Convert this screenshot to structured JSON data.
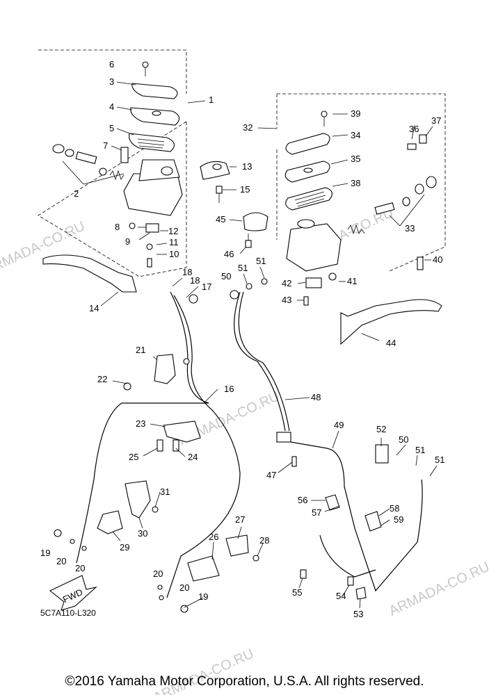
{
  "diagram": {
    "watermark": "ARMADA-CO.RU",
    "code": "5C7A110-L320",
    "fwd": "FWD",
    "labels": [
      {
        "id": "l1",
        "text": "1"
      },
      {
        "id": "l2",
        "text": "2"
      },
      {
        "id": "l3",
        "text": "3"
      },
      {
        "id": "l4",
        "text": "4"
      },
      {
        "id": "l5",
        "text": "5"
      },
      {
        "id": "l6",
        "text": "6"
      },
      {
        "id": "l7",
        "text": "7"
      },
      {
        "id": "l8",
        "text": "8"
      },
      {
        "id": "l9",
        "text": "9"
      },
      {
        "id": "l10",
        "text": "10"
      },
      {
        "id": "l11",
        "text": "11"
      },
      {
        "id": "l12",
        "text": "12"
      },
      {
        "id": "l13",
        "text": "13"
      },
      {
        "id": "l14",
        "text": "14"
      },
      {
        "id": "l15",
        "text": "15"
      },
      {
        "id": "l16",
        "text": "16"
      },
      {
        "id": "l17",
        "text": "17"
      },
      {
        "id": "l18a",
        "text": "18"
      },
      {
        "id": "l18b",
        "text": "18"
      },
      {
        "id": "l19a",
        "text": "19"
      },
      {
        "id": "l19b",
        "text": "19"
      },
      {
        "id": "l20a",
        "text": "20"
      },
      {
        "id": "l20b",
        "text": "20"
      },
      {
        "id": "l20c",
        "text": "20"
      },
      {
        "id": "l20d",
        "text": "20"
      },
      {
        "id": "l21",
        "text": "21"
      },
      {
        "id": "l22",
        "text": "22"
      },
      {
        "id": "l23",
        "text": "23"
      },
      {
        "id": "l24",
        "text": "24"
      },
      {
        "id": "l25",
        "text": "25"
      },
      {
        "id": "l26",
        "text": "26"
      },
      {
        "id": "l27",
        "text": "27"
      },
      {
        "id": "l28",
        "text": "28"
      },
      {
        "id": "l29",
        "text": "29"
      },
      {
        "id": "l30",
        "text": "30"
      },
      {
        "id": "l31",
        "text": "31"
      },
      {
        "id": "l32",
        "text": "32"
      },
      {
        "id": "l33",
        "text": "33"
      },
      {
        "id": "l34",
        "text": "34"
      },
      {
        "id": "l35",
        "text": "35"
      },
      {
        "id": "l36",
        "text": "36"
      },
      {
        "id": "l37",
        "text": "37"
      },
      {
        "id": "l38",
        "text": "38"
      },
      {
        "id": "l39",
        "text": "39"
      },
      {
        "id": "l40",
        "text": "40"
      },
      {
        "id": "l41",
        "text": "41"
      },
      {
        "id": "l42",
        "text": "42"
      },
      {
        "id": "l43",
        "text": "43"
      },
      {
        "id": "l44",
        "text": "44"
      },
      {
        "id": "l45",
        "text": "45"
      },
      {
        "id": "l46",
        "text": "46"
      },
      {
        "id": "l47",
        "text": "47"
      },
      {
        "id": "l48",
        "text": "48"
      },
      {
        "id": "l49",
        "text": "49"
      },
      {
        "id": "l50a",
        "text": "50"
      },
      {
        "id": "l50b",
        "text": "50"
      },
      {
        "id": "l51a",
        "text": "51"
      },
      {
        "id": "l51b",
        "text": "51"
      },
      {
        "id": "l51c",
        "text": "51"
      },
      {
        "id": "l51d",
        "text": "51"
      },
      {
        "id": "l52",
        "text": "52"
      },
      {
        "id": "l53",
        "text": "53"
      },
      {
        "id": "l54",
        "text": "54"
      },
      {
        "id": "l55",
        "text": "55"
      },
      {
        "id": "l56",
        "text": "56"
      },
      {
        "id": "l57",
        "text": "57"
      },
      {
        "id": "l58",
        "text": "58"
      },
      {
        "id": "l59",
        "text": "59"
      }
    ]
  },
  "footer": {
    "copyright": "©2016 Yamaha Motor Corporation, U.S.A. All rights reserved."
  }
}
